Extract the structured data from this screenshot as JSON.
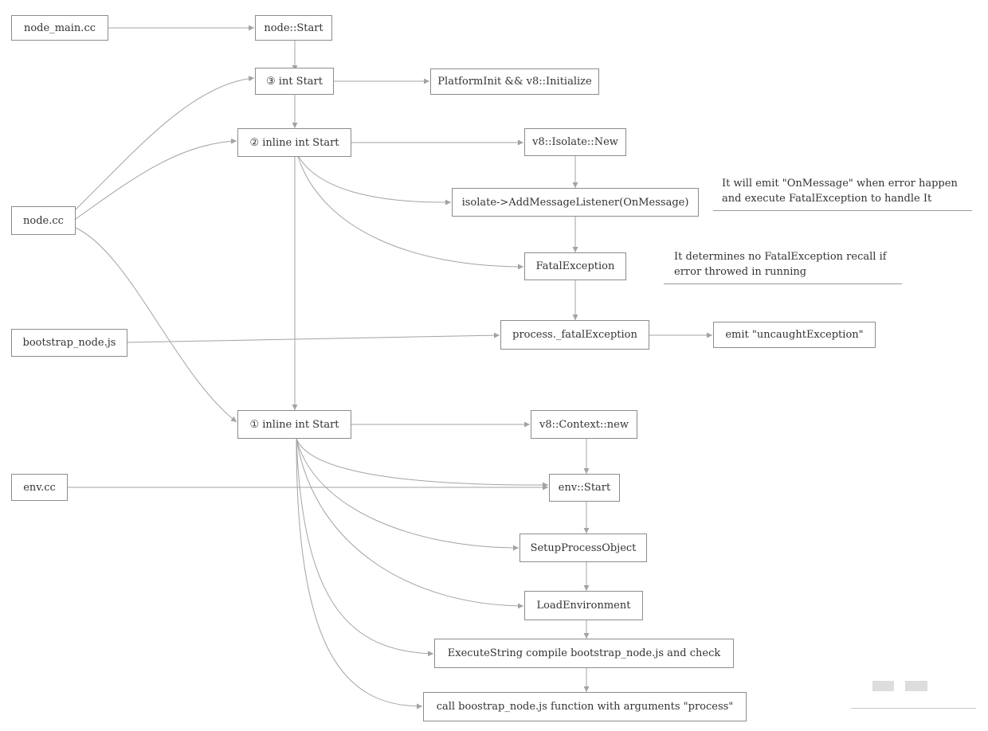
{
  "nodes": {
    "node_main": "node_main.cc",
    "node_start": "node::Start",
    "start3": "③ int Start",
    "platform_init": "PlatformInit && v8::Initialize",
    "start2": "② inline int Start",
    "isolate_new": "v8::Isolate::New",
    "add_listener": "isolate->AddMessageListener(OnMessage)",
    "node_cc": "node.cc",
    "fatal": "FatalException",
    "bootstrap": "bootstrap_node.js",
    "process_fatal": "process._fatalException",
    "emit_uncaught": "emit \"uncaughtException\"",
    "start1": "① inline int Start",
    "context_new": "v8::Context::new",
    "env_cc": "env.cc",
    "env_start": "env::Start",
    "setup_process": "SetupProcessObject",
    "load_env": "LoadEnvironment",
    "execute_string": "ExecuteString  compile bootstrap_node.js and check",
    "call_bootstrap": "call boostrap_node.js function with arguments \"process\""
  },
  "notes": {
    "onmessage_line1": "It will emit \"OnMessage\" when error happen",
    "onmessage_line2": "and execute FatalException to handle It",
    "fatal_line1": "It determines no FatalException recall if",
    "fatal_line2": "error throwed in running"
  },
  "colors": {
    "edge": "#a3a3a3",
    "border": "#8c8c8c",
    "text": "#333333"
  }
}
